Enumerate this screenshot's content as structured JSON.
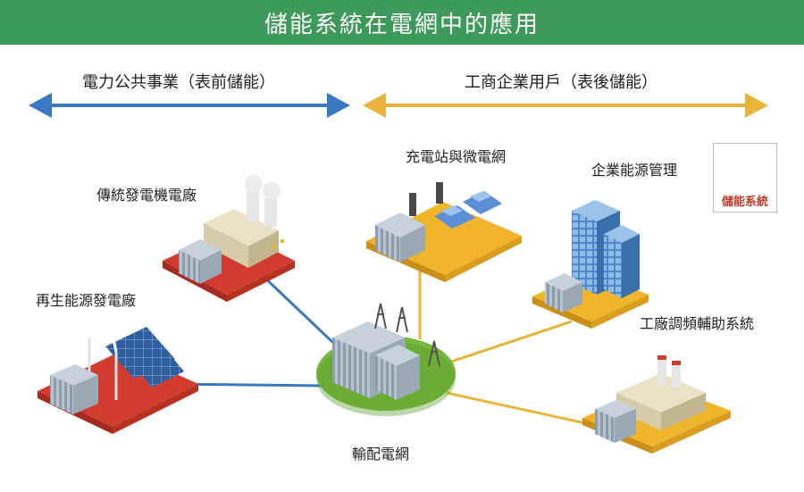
{
  "title": "儲能系統在電網中的應用",
  "sections": {
    "left": "電力公共事業（表前儲能）",
    "right": "工商企業用戶（表後儲能）"
  },
  "nodes": {
    "traditional_plant": "傳統發電機電廠",
    "renewable_plant": "再生能源發電廠",
    "grid": "輸配電網",
    "ev_station": "充電站與微電網",
    "enterprise": "企業能源管理",
    "factory": "工廠調頻輔助系統"
  },
  "legend": {
    "label": "儲能系統"
  },
  "colors": {
    "title_bg": "#3e9a5a",
    "utility_blue": "#3a78c2",
    "user_orange": "#e9b43c",
    "platform_red": "#d13c2e",
    "platform_yellow": "#f1b52c",
    "grid_green": "#76b83c",
    "storage_gray": "#a9b6c2"
  }
}
